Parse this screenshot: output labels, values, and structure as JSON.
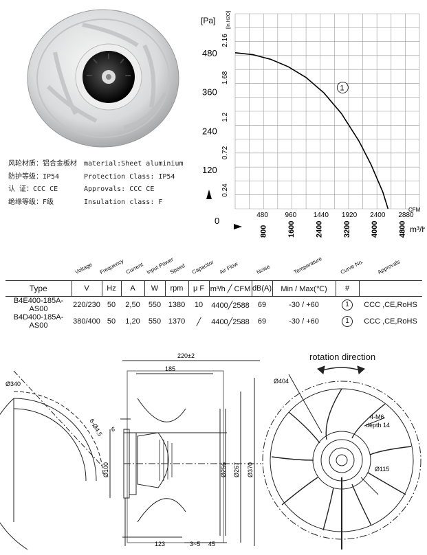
{
  "specs": [
    {
      "cn": "风轮材质：铝合金板材",
      "en": "material:Sheet aluminium"
    },
    {
      "cn": "防护等级：IP54",
      "en": "Protection Class: IP54"
    },
    {
      "cn": "认    证：CCC CE",
      "en": "Approvals: CCC  CE"
    },
    {
      "cn": "绝缘等级：F级",
      "en": "Insulation class: F"
    }
  ],
  "chart_data": {
    "type": "line",
    "ylabel": "[Pa]",
    "ylabel2": "[In.H2O]",
    "y_ticks": [
      "120",
      "240",
      "360",
      "480"
    ],
    "y2_ticks": [
      "0.24",
      "0.72",
      "1.2",
      "1.68",
      "2.16"
    ],
    "origin_label": "0",
    "x_ticks_cfm": [
      "480",
      "960",
      "1440",
      "1920",
      "2400",
      "2880"
    ],
    "x_unit_cfm": "CFM",
    "x_ticks_m3h": [
      "800",
      "1600",
      "2400",
      "3200",
      "4000",
      "4800"
    ],
    "x_unit_m3h": "m³/h",
    "curve_label": "①",
    "series": [
      {
        "x_cfm": [
          0,
          300,
          600,
          900,
          1200,
          1500,
          1800,
          2100,
          2300,
          2500,
          2588
        ],
        "y_pa": [
          480,
          474,
          460,
          437,
          404,
          357,
          293,
          207,
          136,
          52,
          0
        ]
      }
    ],
    "xlim_cfm": [
      0,
      3120
    ],
    "ylim_pa": [
      0,
      600
    ]
  },
  "table": {
    "headers": [
      "Voltage",
      "Frequency",
      "Current",
      "Input Power",
      "Speed",
      "Capacitor",
      "Air Flow",
      "Noise",
      "Temperature",
      "Curve No.",
      "Approvals"
    ],
    "units": [
      "Type",
      "V",
      "Hz",
      "A",
      "W",
      "rpm",
      "μ F",
      "m³/h ╱ CFM",
      "dB(A)",
      "Min / Max(℃)",
      "#",
      ""
    ],
    "rows": [
      [
        "B4E400-185A-AS00",
        "220/230",
        "50",
        "2,50",
        "550",
        "1380",
        "10",
        "4400╱2588",
        "69",
        "-30 / +60",
        "1",
        "CCC ,CE,RoHS"
      ],
      [
        "B4D400-185A-AS00",
        "380/400",
        "50",
        "1,20",
        "550",
        "1370",
        "╱",
        "4400╱2588",
        "69",
        "-30 / +60",
        "1",
        "CCC ,CE,RoHS"
      ]
    ]
  },
  "drawing": {
    "rotation_label": "rotation direction",
    "dims": {
      "d340": "Ø340",
      "holes": "6-Ø4.5",
      "six": "6",
      "d100": "Ø100",
      "w220": "220±2",
      "w185": "185",
      "d256": "Ø256",
      "d267": "Ø267",
      "d370": "Ø370",
      "w123": "123",
      "w3_5": "3~5",
      "w45": "45",
      "d404": "Ø404",
      "m6": "4-M6",
      "depth": "depth 14",
      "d115": "Ø115"
    }
  },
  "colors": {
    "ink": "#111111",
    "grid": "#9a9a9a",
    "curve": "#000000"
  }
}
